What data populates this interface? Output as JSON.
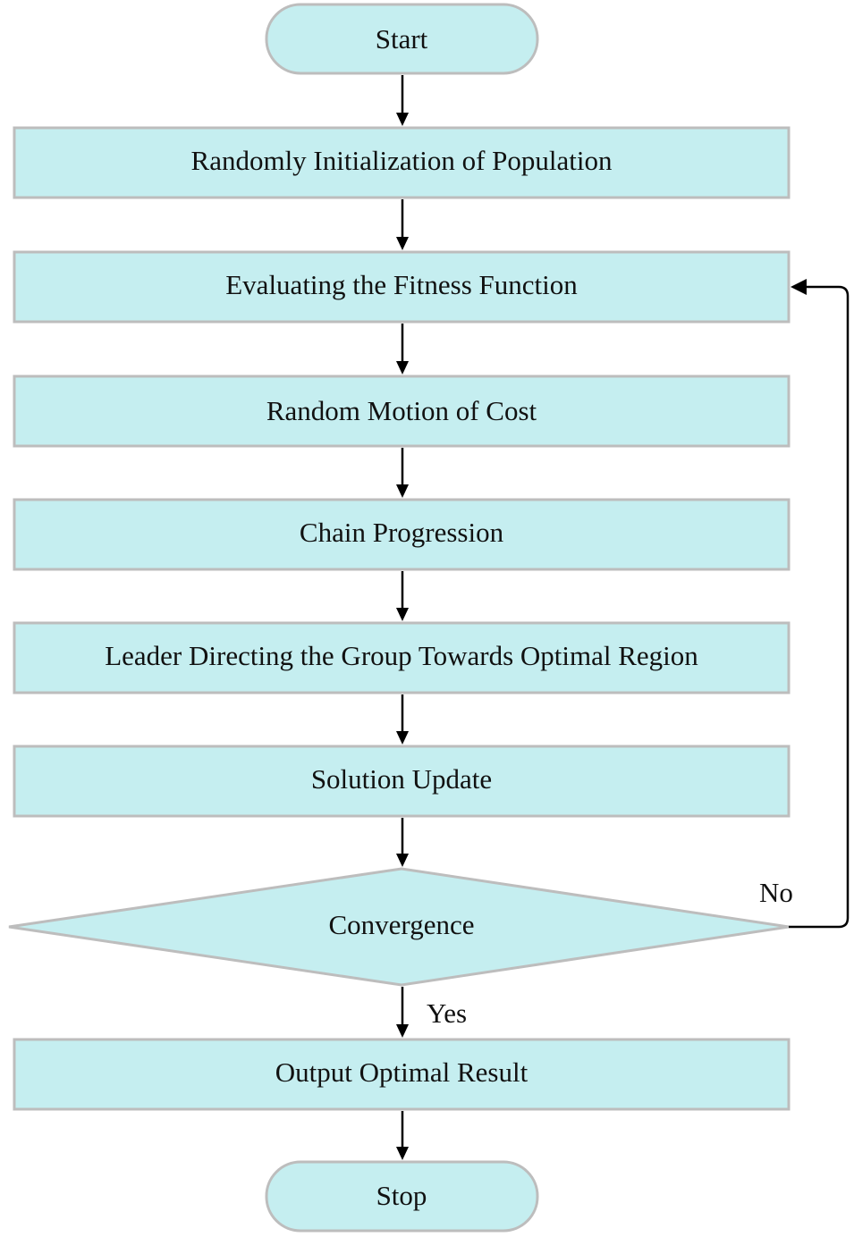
{
  "nodes": {
    "start": "Start",
    "init": "Randomly Initialization of Population",
    "fitness": "Evaluating the Fitness Function",
    "motion": "Random Motion of Cost",
    "chain": "Chain Progression",
    "leader": "Leader Directing the Group Towards Optimal Region",
    "update": "Solution Update",
    "convergence": "Convergence",
    "output": "Output Optimal Result",
    "stop": "Stop"
  },
  "edges": {
    "yes_label": "Yes",
    "no_label": "No"
  },
  "colors": {
    "node_fill": "#c5eef0",
    "node_stroke": "#bdbdbd",
    "edge": "#000000"
  }
}
